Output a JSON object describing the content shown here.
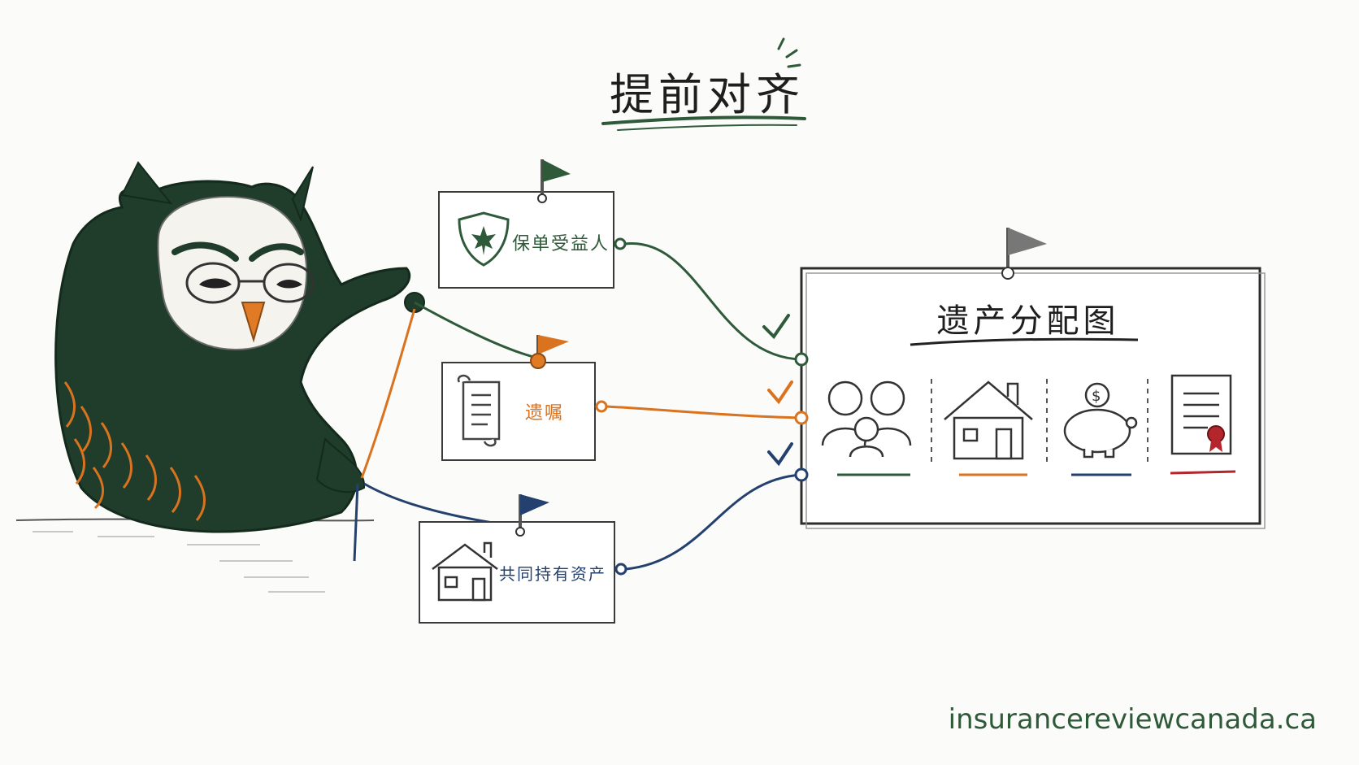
{
  "title": "提前对齐",
  "sources": [
    {
      "label": "保单受益人",
      "color": "#2f5a3a",
      "icon": "maple-leaf-shield-icon"
    },
    {
      "label": "遗嘱",
      "color": "#d9731f",
      "icon": "scroll-icon"
    },
    {
      "label": "共同持有资产",
      "color": "#24406e",
      "icon": "house-icon"
    }
  ],
  "map": {
    "title": "遗产分配图",
    "sections": [
      {
        "icon": "family-icon",
        "color": "#2f5a3a"
      },
      {
        "icon": "house-icon",
        "color": "#d9731f"
      },
      {
        "icon": "piggy-bank-icon",
        "color": "#24406e"
      },
      {
        "icon": "certificate-icon",
        "color": "#b3262b"
      }
    ]
  },
  "piggy_symbol": "$",
  "footer": "insurancereviewcanada.ca"
}
